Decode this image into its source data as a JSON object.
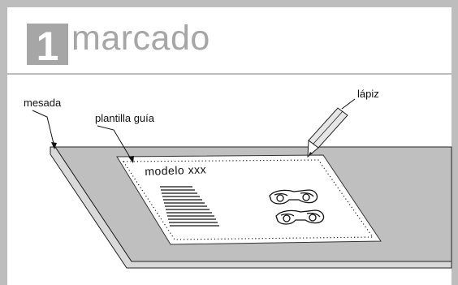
{
  "step": {
    "number": "1",
    "title": "marcado"
  },
  "labels": {
    "mesada": "mesada",
    "plantilla": "plantilla guía",
    "lapiz": "lápiz"
  },
  "template": {
    "model_label": "modelo xxx"
  },
  "colors": {
    "frame_gray": "#bdbdbd",
    "badge_gray": "#a6a6a6",
    "table_top": "#bfbfbf",
    "table_edge": "#d9d9d9",
    "template_paper": "#ffffff",
    "ink": "#111111"
  },
  "icons": [
    "glasses-icon",
    "glasses-icon",
    "pencil-icon"
  ]
}
